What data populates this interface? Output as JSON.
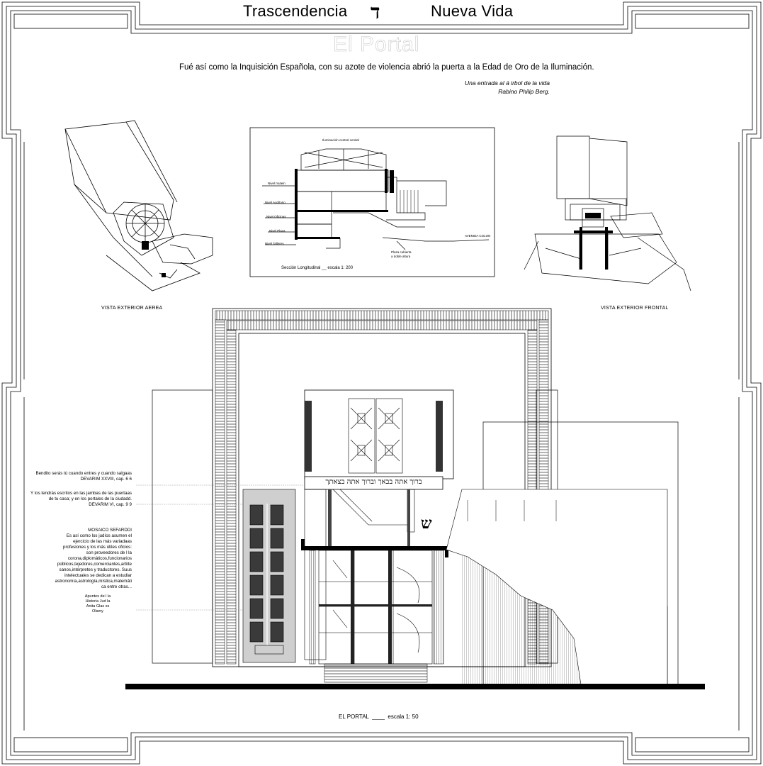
{
  "header": {
    "left_title": "Trascendencia",
    "right_title": "Nueva Vida",
    "hebrew_letter": "ד",
    "subtitle": "El Portal"
  },
  "intro": {
    "text": "Fué así como la Inquisición Española, con su azote de violencia abrió la puerta a la Edad de Oro de la Iluminación.",
    "quote_line1": "Una entrada al á irbol de la vida",
    "quote_line2": "Rabino Philip Berg."
  },
  "views": {
    "aerial_caption": "VISTA EXTERIOR AEREA",
    "frontal_caption": "VISTA EXTERIOR FRONTAL"
  },
  "section": {
    "top_label": "Iluminación central cenital",
    "levels": [
      "Nivel mutein",
      "Nivel Auditorio",
      "Nivel Oficinas",
      "Nivel Plaza",
      "Nivel Talleres"
    ],
    "street_label": "AVENIDA COLON",
    "plaza_label_1": "Plaza cubierta",
    "plaza_label_2": "a doble altura",
    "caption": "Sección Longitudinal __  escala 1: 200"
  },
  "elevation": {
    "lintel_inscription": "ברוך אתה בבאך וברוך אתה בצאתך",
    "shin_mark": "ש",
    "caption": "EL PORTAL  ____  escala 1: 50"
  },
  "side_notes": {
    "blessing_1": "Bendito serás tú cuando entres y cuando salgaas",
    "blessing_1_ref": "DEVARIM XXVIII, cap. 6 6",
    "blessing_2_l1": "Y los tendrás escritos en las jambas de las puertaas",
    "blessing_2_l2": "de tu casa; y en los portales de la ciudadd.",
    "blessing_2_ref": "DEVARIM VI, cap. 9 9",
    "mosaic_title": "MOSAICO SEFARDDI",
    "mosaic_lines": [
      "Es así como los judíos asumen  el",
      "ejercicio de las más variadaas",
      "profesiones y los más útiles oficios:",
      "son proveedores de l la",
      "corona,diplomáticos,funcionarios",
      "públicos,tejedores,comerciantes,artiite",
      "sanos,intérpretes y traductores. Suus",
      "intelectuales se dedican a estudiar",
      "astronomía,astrología,mística,matemáti",
      "ca entre otras..."
    ],
    "source_lines": [
      "Apuntes de l la",
      "Historia Jud  la",
      "Anita Glas ss",
      "Olamy"
    ]
  }
}
